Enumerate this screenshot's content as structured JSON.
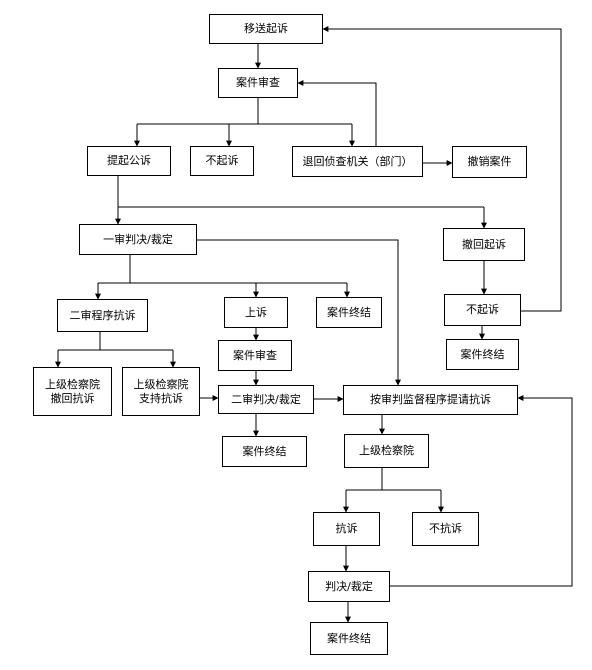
{
  "nodes": {
    "n1": "移送起诉",
    "n2": "案件审查",
    "n3": "提起公诉",
    "n4": "不起诉",
    "n5": "退回侦查机关（部门）",
    "n6": "撤销案件",
    "n7": "一审判决/裁定",
    "n8": "撤回起诉",
    "n9": "二审程序抗诉",
    "n10": "上诉",
    "n11": "案件终结",
    "n12": "不起诉",
    "n13": "案件审查",
    "n14": "案件终结",
    "n15": "上级检察院\n撤回抗诉",
    "n16": "上级检察院\n支持抗诉",
    "n17": "二审判决/裁定",
    "n18": "按审判监督程序提请抗诉",
    "n19": "案件终结",
    "n20": "上级检察院",
    "n21": "抗诉",
    "n22": "不抗诉",
    "n23": "判决/裁定",
    "n24": "案件终结"
  }
}
